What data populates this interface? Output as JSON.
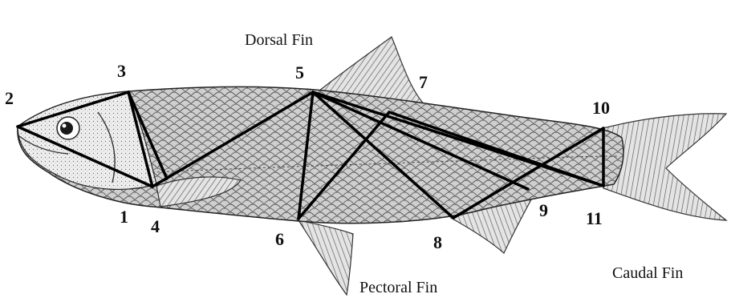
{
  "labels": {
    "dorsal_fin": "Dorsal Fin",
    "pectoral_fin": "Pectoral Fin",
    "caudal_fin": "Caudal Fin"
  },
  "landmarks": [
    {
      "id": "1",
      "label": "1"
    },
    {
      "id": "2",
      "label": "2"
    },
    {
      "id": "3",
      "label": "3"
    },
    {
      "id": "4",
      "label": "4"
    },
    {
      "id": "5",
      "label": "5"
    },
    {
      "id": "6",
      "label": "6"
    },
    {
      "id": "7",
      "label": "7"
    },
    {
      "id": "8",
      "label": "8"
    },
    {
      "id": "9",
      "label": "9"
    },
    {
      "id": "10",
      "label": "10"
    },
    {
      "id": "11",
      "label": "11"
    }
  ],
  "colors": {
    "line": "#000000",
    "fish_fill": "#c9c9c9",
    "fin_fill": "#dedede",
    "scale_stroke": "#555555"
  }
}
